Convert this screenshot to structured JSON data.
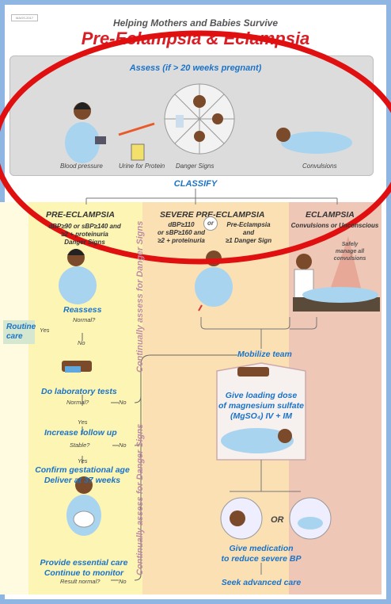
{
  "header": {
    "tag": "MAGS-2017",
    "org": "Helping Mothers and Babies Survive",
    "title": "Pre-Eclampsia & Eclampsia"
  },
  "assess": {
    "title": "Assess (if > 20 weeks pregnant)",
    "captions": [
      "Blood pressure",
      "Urine for Protein",
      "Danger Signs",
      "Convulsions"
    ]
  },
  "classify": "CLASSIFY",
  "side_label": "Continually assess for Danger Signs",
  "pre": {
    "heading": "PRE-ECLAMPSIA",
    "criteria": [
      "dBP≥90 or sBP≥140 and",
      "≥2 + proteinuria",
      "Danger Signs"
    ],
    "reassess": "Reassess",
    "normal_q": "Normal?",
    "routine": "Routine care",
    "yes": "Yes",
    "no": "No",
    "lab": "Do laboratory tests",
    "increase": "Increase follow up",
    "stable_q": "Stable?",
    "confirm": [
      "Confirm gestational age",
      "Deliver at 37 weeks"
    ],
    "essential": [
      "Provide essential care",
      "Continue to monitor"
    ],
    "result_q": "Result normal?"
  },
  "severe": {
    "heading": "SEVERE PRE-ECLAMPSIA",
    "criteria_left": [
      "dBP≥110",
      "or sBP≥160 and",
      "≥2 + proteinuria"
    ],
    "or": "or",
    "criteria_right": [
      "Pre-Eclampsia",
      "and",
      "≥1 Danger Sign"
    ]
  },
  "eclampsia": {
    "heading": "ECLAMPSIA",
    "criteria": "Convulsions or Unconscious",
    "safely": [
      "Safely",
      "manage all",
      "convulsions"
    ]
  },
  "actions": {
    "mobilize": "Mobilize team",
    "loading": [
      "Give loading dose",
      "of magnesium sulfate",
      "(MgSO₄) IV + IM"
    ],
    "or": "OR",
    "medication": [
      "Give medication",
      "to reduce severe  BP"
    ],
    "seek": "Seek advanced care"
  }
}
